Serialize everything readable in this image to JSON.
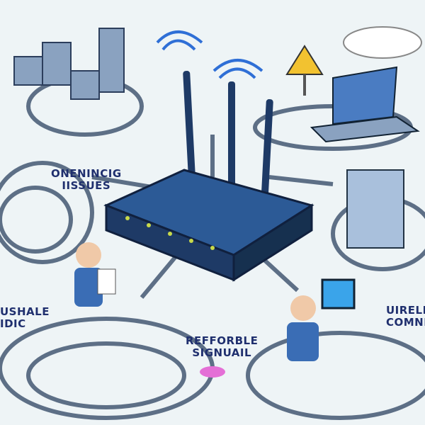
{
  "labels": {
    "top_left": [
      "ONENINCIG",
      "IISSUES"
    ],
    "left": [
      "USHALE",
      "IDIC"
    ],
    "bottom": [
      "REFFORBLE",
      "SIGNUAIL"
    ],
    "right": [
      "UIRELIAL",
      "COMNLIC"
    ]
  },
  "colors": {
    "background": "#eef4f6",
    "router": "#1e3a66",
    "cable": "#5d6f86",
    "label": "#1f2f6e",
    "wifi": "#2f6fd6"
  }
}
